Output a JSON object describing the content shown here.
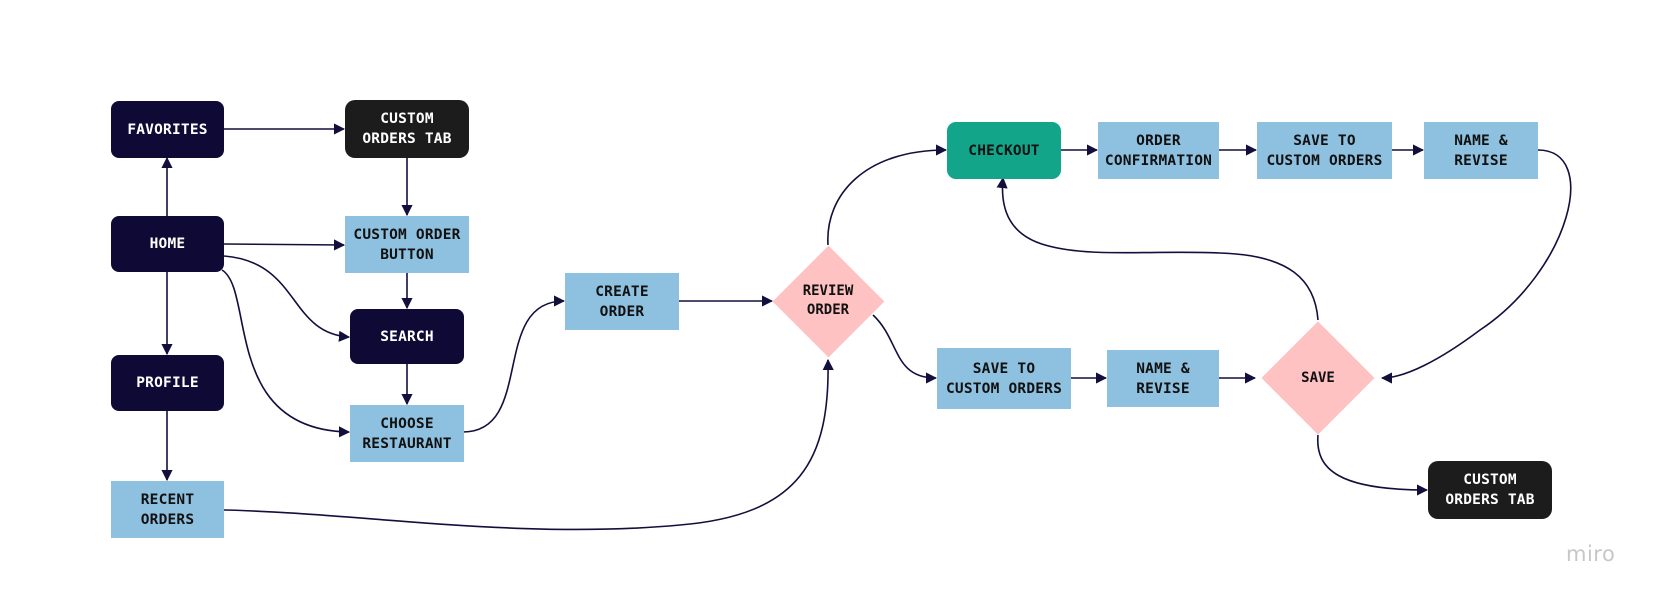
{
  "diagram": {
    "nodes": {
      "favorites": "FAVORITES",
      "custom_orders_tab_top": "CUSTOM\nORDERS TAB",
      "home": "HOME",
      "custom_order_button": "CUSTOM ORDER\nBUTTON",
      "search": "SEARCH",
      "profile": "PROFILE",
      "choose_restaurant": "CHOOSE\nRESTAURANT",
      "recent_orders": "RECENT\nORDERS",
      "create_order": "CREATE\nORDER",
      "review_order": "REVIEW\nORDER",
      "checkout": "CHECKOUT",
      "order_confirmation": "ORDER\nCONFIRMATION",
      "save_to_custom_orders_top": "SAVE TO\nCUSTOM ORDERS",
      "name_revise_top": "NAME &\nREVISE",
      "save_to_custom_orders_bottom": "SAVE TO\nCUSTOM ORDERS",
      "name_revise_bottom": "NAME &\nREVISE",
      "save": "SAVE",
      "custom_orders_tab_bottom": "CUSTOM\nORDERS TAB"
    },
    "edges": [
      {
        "from": "home",
        "to": "favorites"
      },
      {
        "from": "favorites",
        "to": "custom_orders_tab_top"
      },
      {
        "from": "custom_orders_tab_top",
        "to": "custom_order_button"
      },
      {
        "from": "home",
        "to": "custom_order_button"
      },
      {
        "from": "home",
        "to": "search"
      },
      {
        "from": "home",
        "to": "choose_restaurant"
      },
      {
        "from": "home",
        "to": "profile"
      },
      {
        "from": "custom_order_button",
        "to": "search"
      },
      {
        "from": "search",
        "to": "choose_restaurant"
      },
      {
        "from": "profile",
        "to": "recent_orders"
      },
      {
        "from": "choose_restaurant",
        "to": "create_order"
      },
      {
        "from": "create_order",
        "to": "review_order"
      },
      {
        "from": "recent_orders",
        "to": "review_order"
      },
      {
        "from": "review_order",
        "to": "checkout"
      },
      {
        "from": "review_order",
        "to": "save_to_custom_orders_bottom"
      },
      {
        "from": "checkout",
        "to": "order_confirmation"
      },
      {
        "from": "order_confirmation",
        "to": "save_to_custom_orders_top"
      },
      {
        "from": "save_to_custom_orders_top",
        "to": "name_revise_top"
      },
      {
        "from": "name_revise_top",
        "to": "save"
      },
      {
        "from": "save_to_custom_orders_bottom",
        "to": "name_revise_bottom"
      },
      {
        "from": "name_revise_bottom",
        "to": "save"
      },
      {
        "from": "save",
        "to": "checkout"
      },
      {
        "from": "save",
        "to": "custom_orders_tab_bottom"
      }
    ],
    "colors": {
      "nav_node": "#0e0a35",
      "tab_node": "#1c1c1c",
      "step_node": "#8ec0df",
      "checkout_node": "#12a58a",
      "decision_node": "#ffc2c3",
      "connector": "#120f3d"
    }
  },
  "watermark": "miro"
}
